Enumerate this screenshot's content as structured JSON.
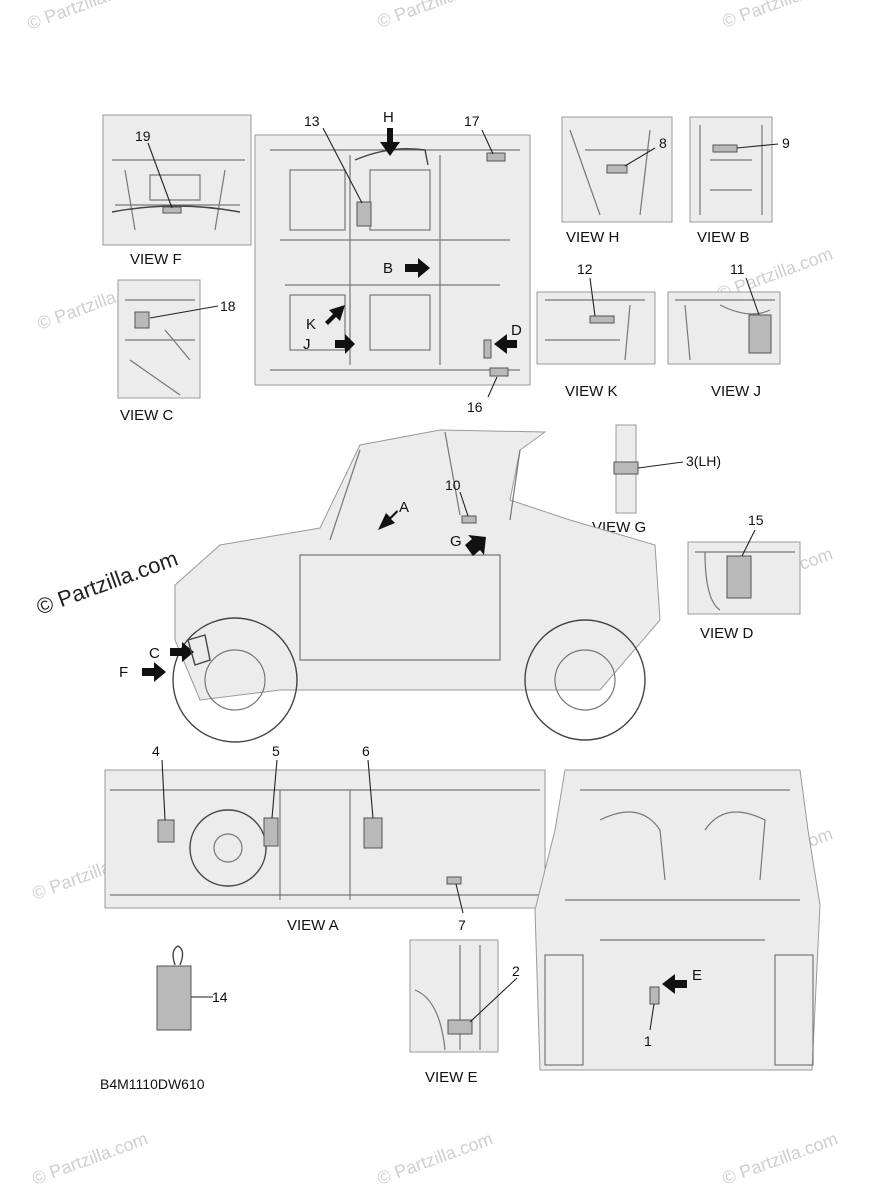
{
  "watermark": {
    "text": "© Partzilla.com",
    "main_text": "© Partzilla.com"
  },
  "views": {
    "view_f": "VIEW F",
    "view_c": "VIEW C",
    "view_h": "VIEW H",
    "view_b": "VIEW B",
    "view_k": "VIEW K",
    "view_j": "VIEW J",
    "view_g": "VIEW G",
    "view_d": "VIEW D",
    "view_a": "VIEW A",
    "view_e": "VIEW E"
  },
  "callouts": {
    "c1": "1",
    "c2": "2",
    "c3": "3(LH)",
    "c4": "4",
    "c5": "5",
    "c6": "6",
    "c7": "7",
    "c8": "8",
    "c9": "9",
    "c10": "10",
    "c11": "11",
    "c12": "12",
    "c13": "13",
    "c14": "14",
    "c15": "15",
    "c16": "16",
    "c17": "17",
    "c18": "18",
    "c19": "19"
  },
  "view_arrows": {
    "a": "A",
    "b": "B",
    "c": "C",
    "d": "D",
    "e": "E",
    "f": "F",
    "g": "G",
    "h": "H",
    "j": "J",
    "k": "K"
  },
  "diagram_code": "B4M1110DW610"
}
